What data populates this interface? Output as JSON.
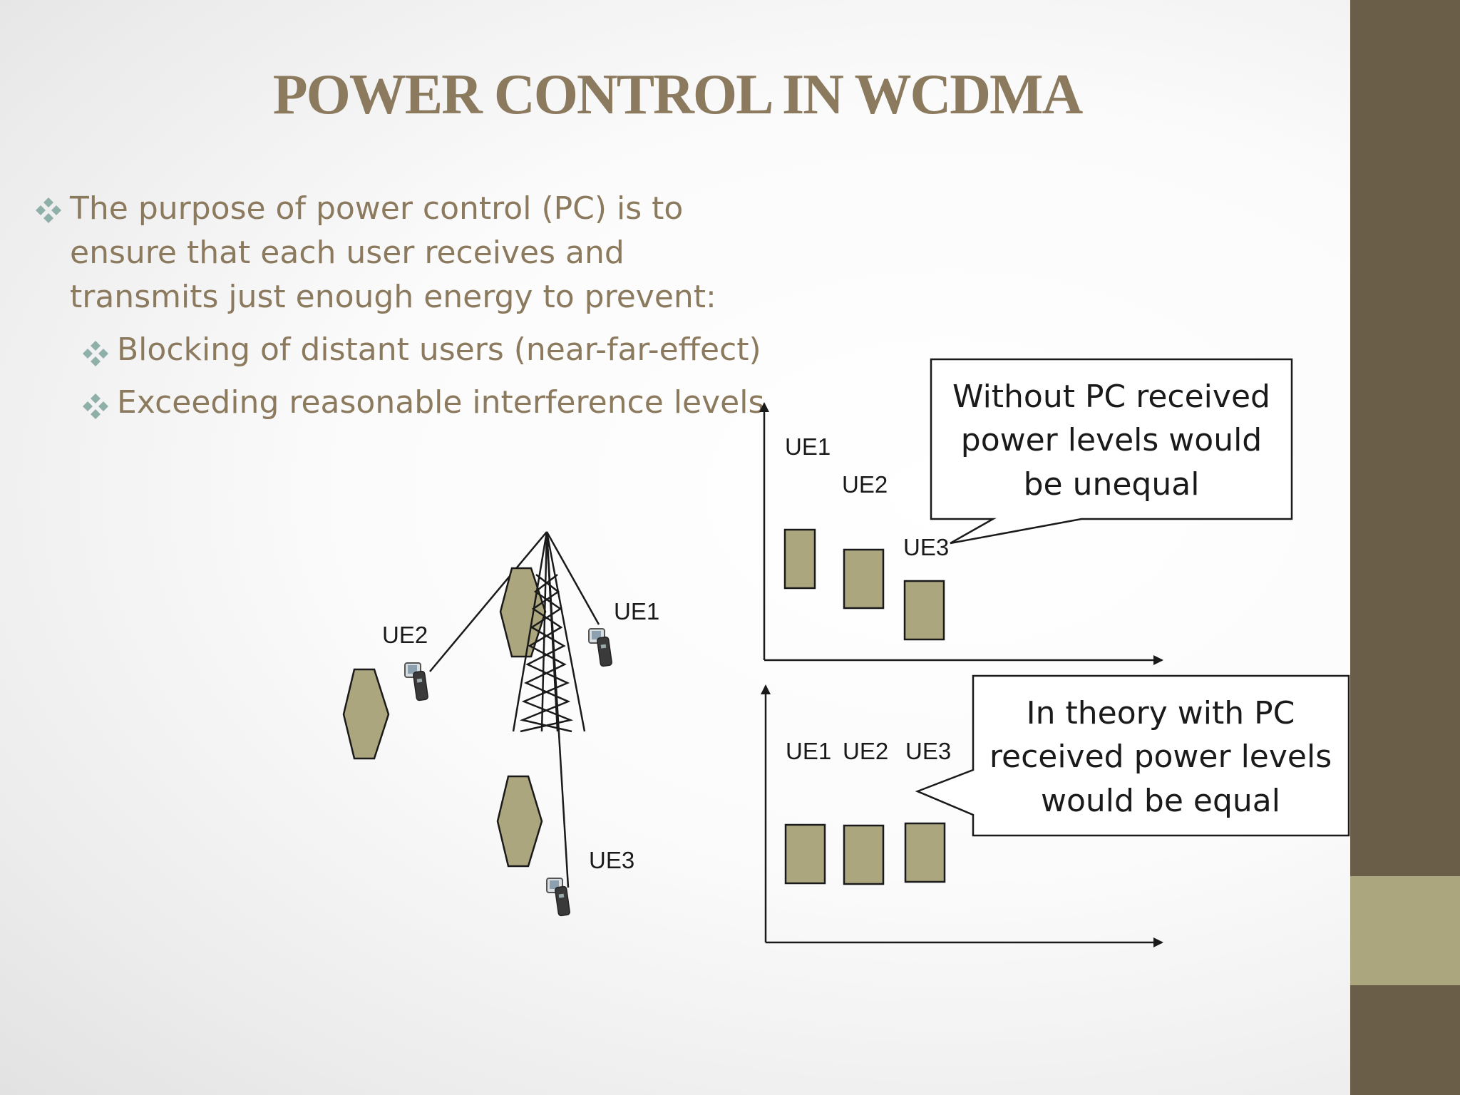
{
  "title": "POWER CONTROL IN WCDMA",
  "bullets": {
    "main": "The purpose of power control (PC) is to ensure that each user receives and transmits just enough energy to prevent:",
    "sub": [
      "Blocking of distant users (near-far-effect)",
      "Exceeding reasonable interference levels"
    ]
  },
  "diagram": {
    "tower_labels": {
      "ue1": "UE1",
      "ue2": "UE2",
      "ue3": "UE3"
    },
    "chart_without_pc": {
      "labels": [
        "UE1",
        "UE2",
        "UE3"
      ],
      "callout": [
        "Without PC received",
        "power levels would",
        "be unequal"
      ]
    },
    "chart_with_pc": {
      "labels": [
        "UE1",
        "UE2",
        "UE3"
      ],
      "callout": [
        "In theory with PC",
        "received power levels",
        "would be equal"
      ]
    }
  },
  "colors": {
    "title": "#8c7a5e",
    "text": "#8c7a5e",
    "bullet_mark": "#8fb0a9",
    "bar_fill": "#aba67e",
    "sidebar": "#6b5e48",
    "sidebar_accent": "#aba67e"
  }
}
